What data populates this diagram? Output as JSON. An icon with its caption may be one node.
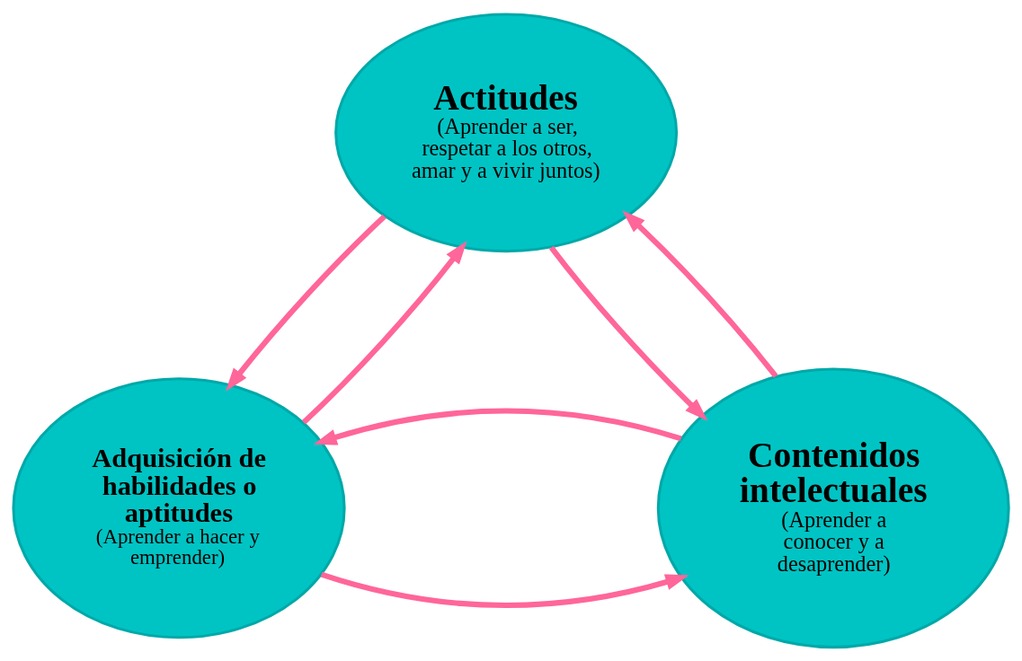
{
  "diagram": {
    "nodes": [
      {
        "text": [
          "Actitudes",
          "(Aprender a ser, respetar a los otros, amar y a vivir juntos)"
        ]
      },
      {
        "text": [
          "Adquisición de habilidades o aptitudes",
          "(Aprender a hacer y emprender)"
        ]
      },
      {
        "text": [
          "Contenidos intelectuales",
          "(Aprender a conocer y a desaprender)"
        ]
      }
    ],
    "edges": [
      {
        "from": 1,
        "to": 0,
        "arrow": "to"
      },
      {
        "from": 0,
        "to": 1,
        "arrow": "to"
      },
      {
        "from": 0,
        "to": 2,
        "arrow": "to"
      },
      {
        "from": 2,
        "to": 0,
        "arrow": "to"
      },
      {
        "from": 1,
        "to": 2,
        "arrow": "to"
      },
      {
        "from": 2,
        "to": 1,
        "arrow": "to"
      }
    ]
  }
}
